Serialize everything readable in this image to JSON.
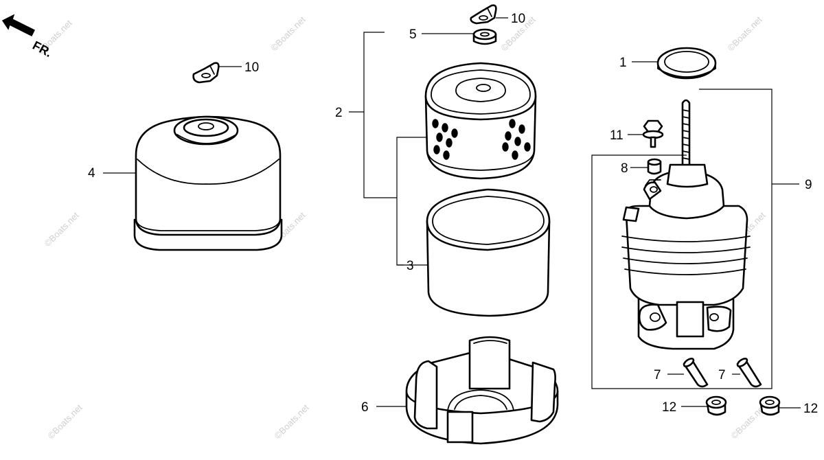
{
  "direction_label": "FR.",
  "watermark": "©Boats.net",
  "callouts": {
    "c1": "1",
    "c2": "2",
    "c3": "3",
    "c4": "4",
    "c5": "5",
    "c6": "6",
    "c7a": "7",
    "c7b": "7",
    "c8": "8",
    "c9": "9",
    "c10a": "10",
    "c10b": "10",
    "c11": "11",
    "c12a": "12",
    "c12b": "12"
  }
}
